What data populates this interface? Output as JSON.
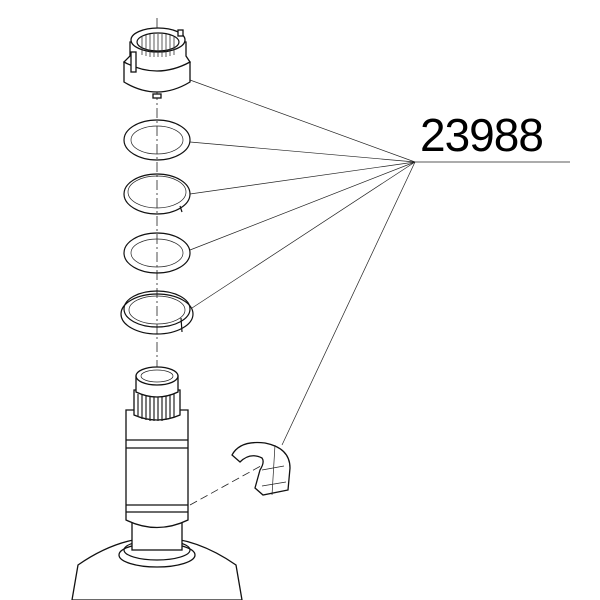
{
  "diagram": {
    "part_number": "23988",
    "components": [
      "cap",
      "flat-washer",
      "split-ring",
      "flat-washer",
      "stepped-split-ring",
      "cartridge-stem",
      "retaining-clip"
    ]
  }
}
